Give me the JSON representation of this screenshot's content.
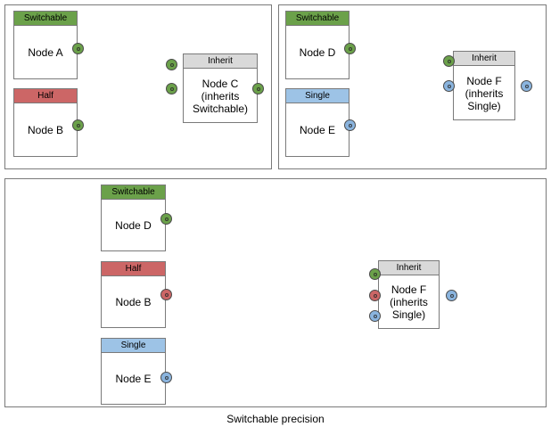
{
  "figure": {
    "caption": "Switchable precision",
    "colors": {
      "switchable": "#6BA14A",
      "half": "#CC6666",
      "single": "#9DC3E6",
      "inherit": "#D9D9D9",
      "port_green": "#6BA14A",
      "port_red": "#CC6666",
      "port_blue": "#8AB4DE",
      "border": "#7a7a7a",
      "edge": "#4d4d4d",
      "background": "#ffffff"
    }
  },
  "panels": [
    {
      "id": "panel-1",
      "nodes": [
        {
          "id": "node-a",
          "header": "Switchable",
          "header_style": "switchable",
          "body": "Node A"
        },
        {
          "id": "node-b",
          "header": "Half",
          "header_style": "half",
          "body": "Node B"
        },
        {
          "id": "node-c",
          "header": "Inherit",
          "header_style": "inherit",
          "body": "Node C\n(inherits\nSwitchable)"
        }
      ],
      "ports": [
        {
          "id": "node-a-out",
          "color": "green"
        },
        {
          "id": "node-b-out",
          "color": "green"
        },
        {
          "id": "node-c-in-1",
          "color": "green"
        },
        {
          "id": "node-c-in-2",
          "color": "green"
        },
        {
          "id": "node-c-out",
          "color": "green"
        }
      ],
      "edges": [
        {
          "from": "node-a-out",
          "to": "node-c-in-1"
        },
        {
          "from": "node-b-out",
          "to": "node-c-in-2"
        },
        {
          "from": "node-c-out",
          "to": "outside"
        }
      ]
    },
    {
      "id": "panel-2",
      "nodes": [
        {
          "id": "node-d",
          "header": "Switchable",
          "header_style": "switchable",
          "body": "Node D"
        },
        {
          "id": "node-e",
          "header": "Single",
          "header_style": "single",
          "body": "Node E"
        },
        {
          "id": "node-f",
          "header": "Inherit",
          "header_style": "inherit",
          "body": "Node F\n(inherits\nSingle)"
        }
      ],
      "ports": [
        {
          "id": "node-d-out",
          "color": "green"
        },
        {
          "id": "node-e-out",
          "color": "blue"
        },
        {
          "id": "node-f-in-1",
          "color": "green"
        },
        {
          "id": "node-f-in-2",
          "color": "blue"
        },
        {
          "id": "node-f-out",
          "color": "blue"
        }
      ],
      "edges": [
        {
          "from": "node-d-out",
          "to": "node-f-in-1"
        },
        {
          "from": "node-e-out",
          "to": "node-f-in-2"
        },
        {
          "from": "node-f-out",
          "to": "outside"
        }
      ]
    },
    {
      "id": "panel-3",
      "nodes": [
        {
          "id": "node-d2",
          "header": "Switchable",
          "header_style": "switchable",
          "body": "Node D"
        },
        {
          "id": "node-b2",
          "header": "Half",
          "header_style": "half",
          "body": "Node B"
        },
        {
          "id": "node-e2",
          "header": "Single",
          "header_style": "single",
          "body": "Node E"
        },
        {
          "id": "node-f2",
          "header": "Inherit",
          "header_style": "inherit",
          "body": "Node F\n(inherits\nSingle)"
        }
      ],
      "ports": [
        {
          "id": "node-d2-out",
          "color": "green"
        },
        {
          "id": "node-b2-out",
          "color": "red"
        },
        {
          "id": "node-e2-out",
          "color": "blue"
        },
        {
          "id": "node-f2-in-1",
          "color": "green"
        },
        {
          "id": "node-f2-in-2",
          "color": "red"
        },
        {
          "id": "node-f2-in-3",
          "color": "blue"
        },
        {
          "id": "node-f2-out",
          "color": "blue"
        }
      ],
      "edges": [
        {
          "from": "node-d2-out",
          "to": "node-f2-in-1"
        },
        {
          "from": "node-b2-out",
          "to": "node-f2-in-2"
        },
        {
          "from": "node-e2-out",
          "to": "node-f2-in-3"
        }
      ]
    }
  ]
}
